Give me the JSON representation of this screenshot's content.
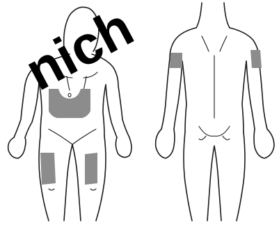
{
  "watermark": {
    "text": "nich"
  },
  "colors": {
    "site_fill": "#8c8c8c",
    "outline": "#1a1a1a",
    "background": "#ffffff"
  },
  "figures": [
    {
      "view": "front",
      "sites": [
        "abdomen",
        "left-thigh",
        "right-thigh"
      ]
    },
    {
      "view": "back",
      "sites": [
        "left-upper-arm",
        "right-upper-arm"
      ]
    }
  ]
}
